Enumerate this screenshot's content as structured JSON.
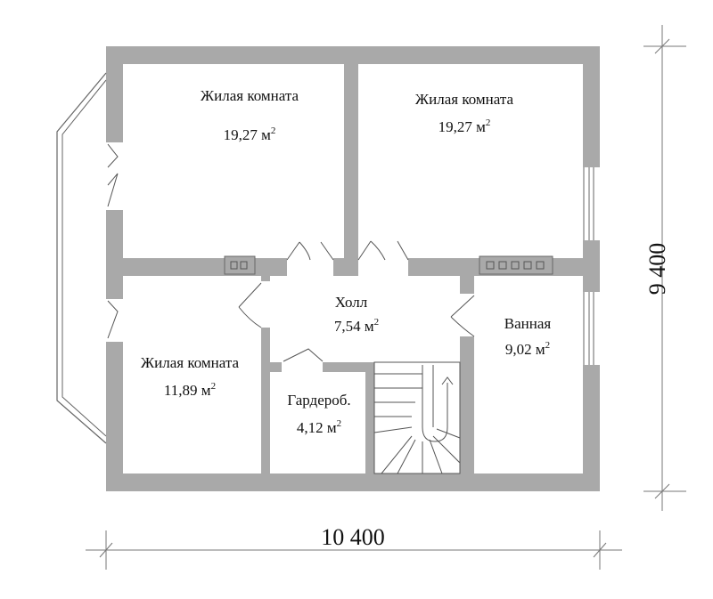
{
  "colors": {
    "wall": "#a9a9a9",
    "floor": "#ffffff",
    "line": "#555555",
    "text": "#111111"
  },
  "rooms": [
    {
      "id": "living-room-1",
      "name": "Жилая комната",
      "area": "19,27 м",
      "area_unit_sup": "2"
    },
    {
      "id": "living-room-2",
      "name": "Жилая комната",
      "area": "19,27 м",
      "area_unit_sup": "2"
    },
    {
      "id": "hall",
      "name": "Холл",
      "area": "7,54 м",
      "area_unit_sup": "2"
    },
    {
      "id": "bathroom",
      "name": "Ванная",
      "area": "9,02 м",
      "area_unit_sup": "2"
    },
    {
      "id": "living-room-3",
      "name": "Жилая комната",
      "area": "11,89 м",
      "area_unit_sup": "2"
    },
    {
      "id": "wardrobe",
      "name": "Гардероб.",
      "area": "4,12 м",
      "area_unit_sup": "2"
    }
  ],
  "dimensions": {
    "width": "10 400",
    "height": "9 400"
  },
  "icons": [
    "door-swing-icon",
    "window-icon",
    "stair-icon",
    "vent-icon",
    "bay-window-icon"
  ]
}
